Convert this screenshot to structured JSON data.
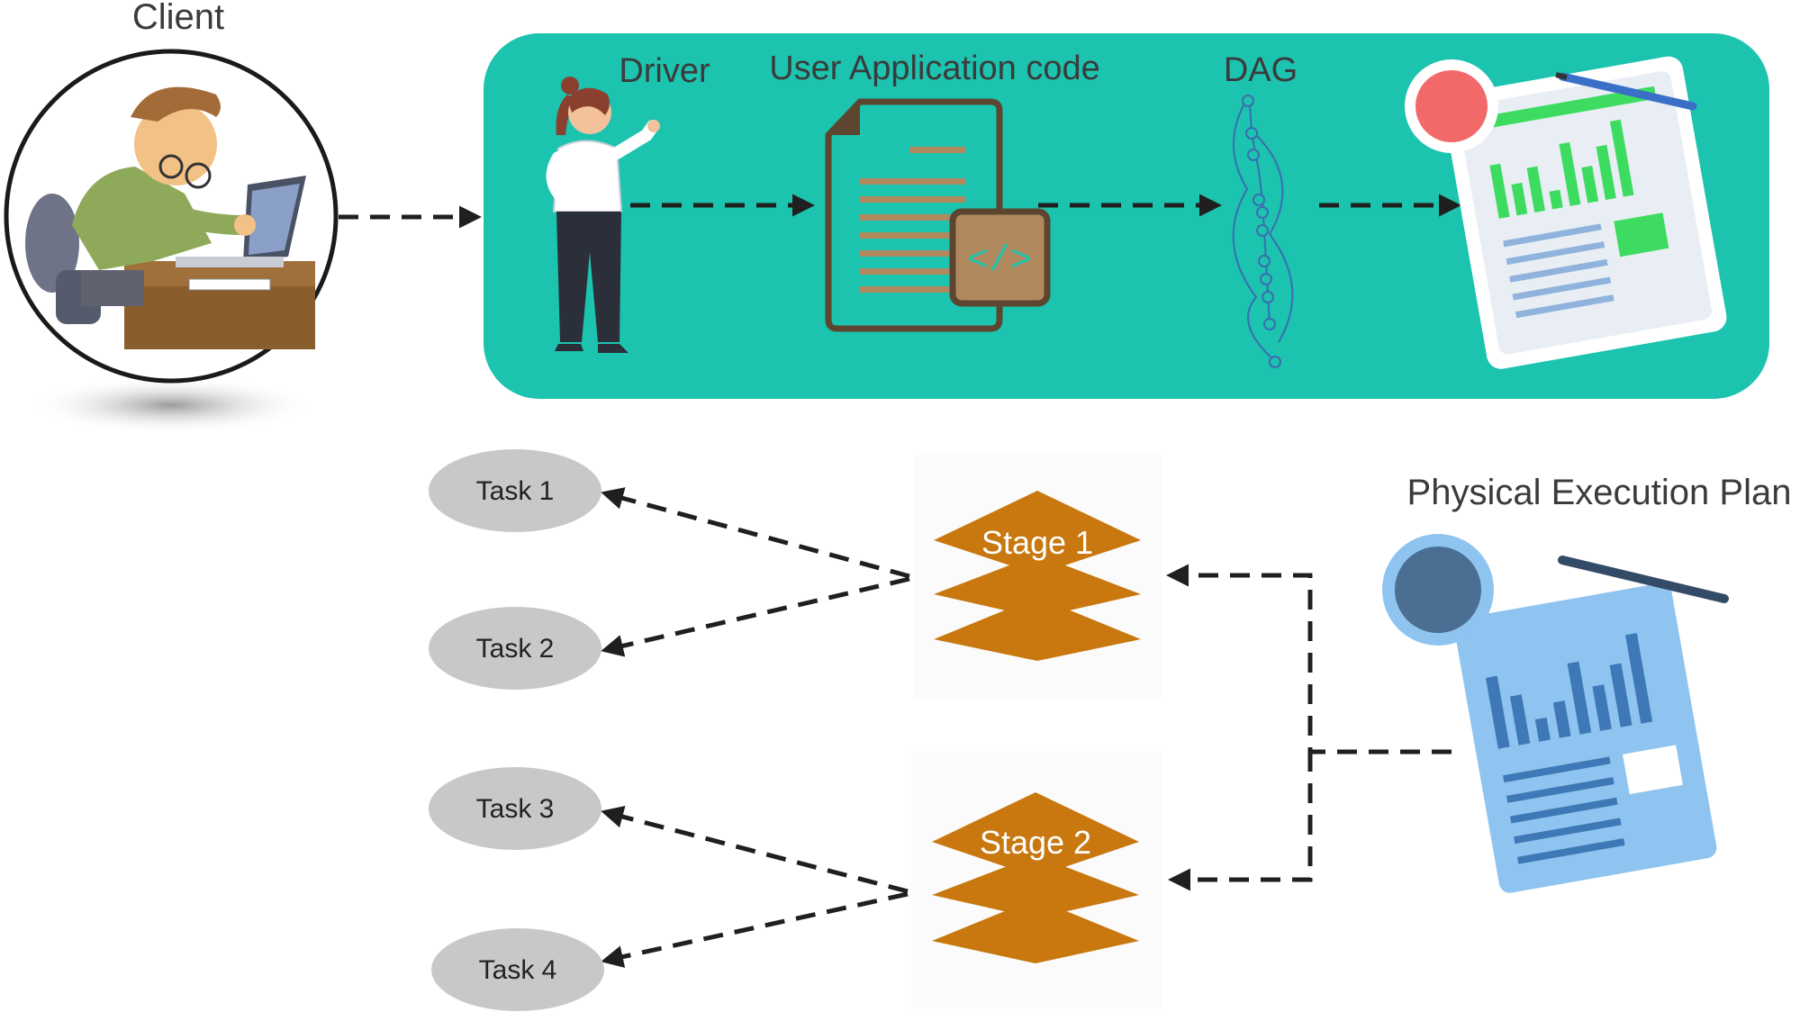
{
  "labels": {
    "client": "Client",
    "driver": "Driver",
    "user_code": "User Application code",
    "dag": "DAG",
    "physical_plan": "Physical Execution Plan"
  },
  "tasks": [
    "Task 1",
    "Task 2",
    "Task 3",
    "Task 4"
  ],
  "stages": [
    "Stage 1",
    "Stage 2"
  ],
  "colors": {
    "driver_panel": "#1cc3ae",
    "stage": "#c8780e",
    "task": "#c8c8c8",
    "plan_doc": "#8ec4ef",
    "code_doc": "#b0895e",
    "arrow": "#1f1f1f"
  },
  "icons": [
    "client-icon",
    "driver-person-icon",
    "code-document-icon",
    "dag-graph-icon",
    "logical-plan-icon",
    "physical-plan-icon"
  ]
}
